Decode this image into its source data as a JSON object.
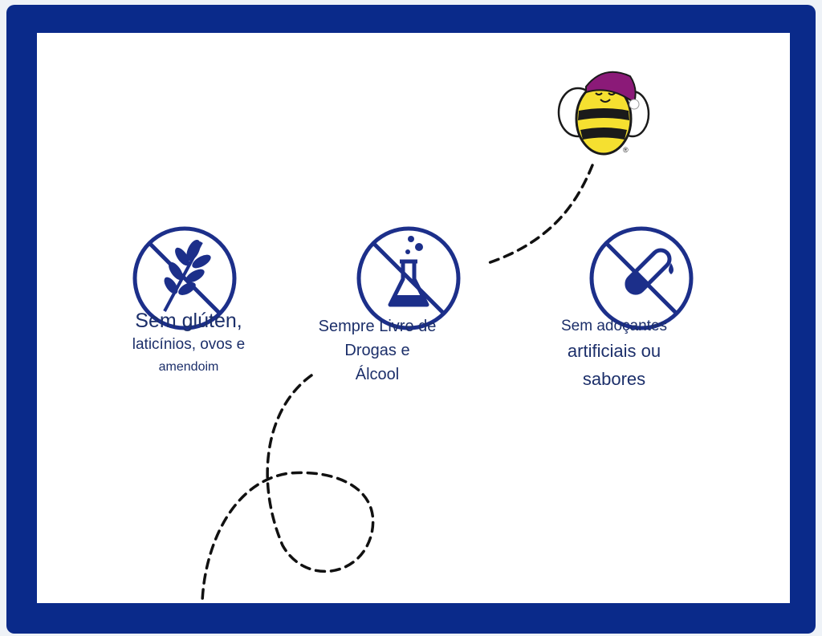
{
  "colors": {
    "frame": "#0a2a8a",
    "panel": "#ffffff",
    "icon": "#1c2f8a",
    "text": "#1c2f6a",
    "bee_yellow": "#f5e030",
    "bee_stripe": "#1a1a1a",
    "bee_hat": "#8b1a78"
  },
  "mascot": {
    "icon": "sleeping-bee-icon",
    "registered_mark": "®"
  },
  "features": [
    {
      "icon": "no-gluten-wheat-icon",
      "lines": [
        "Sem glúten,",
        "laticínios, ovos e",
        "amendoim"
      ]
    },
    {
      "icon": "no-drugs-flask-icon",
      "lines": [
        "Sempre Livre de",
        "Drogas e",
        "Álcool"
      ]
    },
    {
      "icon": "no-artificial-test-tube-icon",
      "lines": [
        "Sem adoçantes",
        "artificiais ou",
        "sabores"
      ]
    }
  ]
}
